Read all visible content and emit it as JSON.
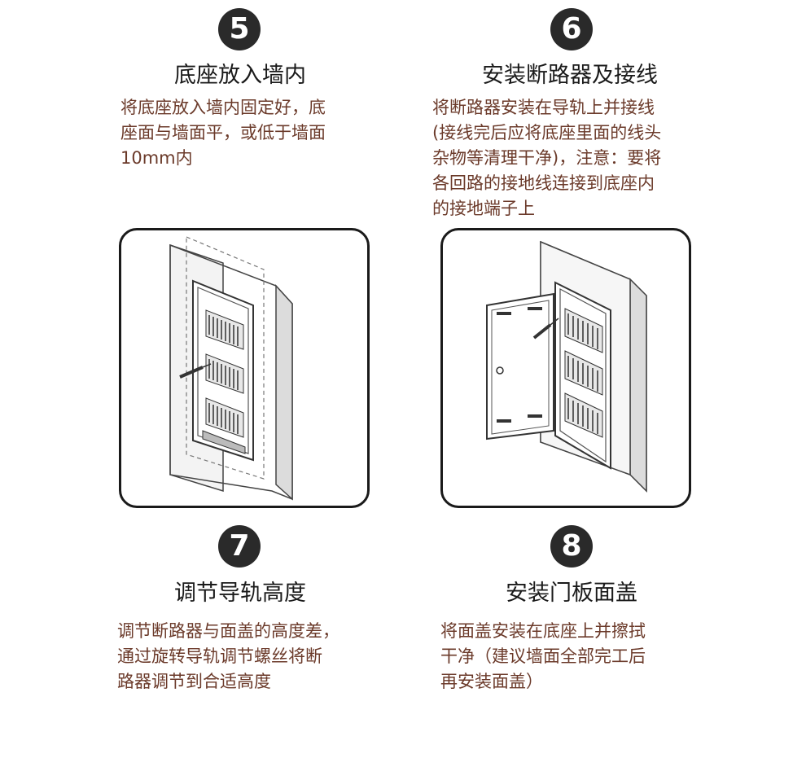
{
  "steps": [
    {
      "number": "5",
      "title": "底座放入墙内",
      "description": "将底座放入墙内固定好，底\n座面与墙面平，或低于墙面\n10mm内"
    },
    {
      "number": "6",
      "title": "安装断路器及接线",
      "description": "将断路器安装在导轨上并接线\n(接线完后应将底座里面的线头\n杂物等清理干净)，注意：要将\n各回路的接地线连接到底座内\n的接地端子上"
    },
    {
      "number": "7",
      "title": "调节导轨高度",
      "description": "调节断路器与面盖的高度差，\n通过旋转导轨调节螺丝将断\n路器调节到合适高度"
    },
    {
      "number": "8",
      "title": "安装门板面盖",
      "description": "将面盖安装在底座上并擦拭\n干净（建议墙面全部完工后\n再安装面盖）"
    }
  ],
  "colors": {
    "badge": "#2a2a2a",
    "title": "#1a1a1a",
    "description": "#6b3a2a",
    "frame": "#1a1a1a"
  }
}
